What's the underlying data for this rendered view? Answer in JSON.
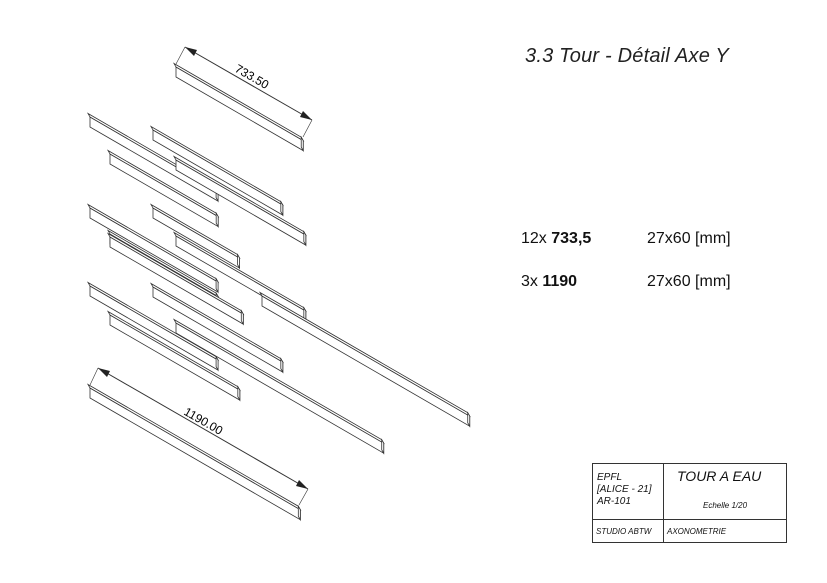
{
  "title": "3.3 Tour - Détail Axe Y",
  "dimensions": {
    "short": "733.50",
    "long": "1190.00"
  },
  "specs": [
    {
      "count": "12x ",
      "length": "733,5",
      "section": "27x60 [mm]"
    },
    {
      "count": "3x ",
      "length": "1190",
      "section": "27x60 [mm]"
    }
  ],
  "title_block": {
    "school": "EPFL",
    "group": "[ALICE - 21]",
    "code": "AR-101",
    "project": "TOUR A EAU",
    "scale": "Echelle 1/20",
    "studio": "STUDIO  ABTW",
    "view": "AXONOMETRIE"
  },
  "colors": {
    "line": "#333333",
    "top_face": "#ffffff",
    "side_face": "#ffffff"
  }
}
